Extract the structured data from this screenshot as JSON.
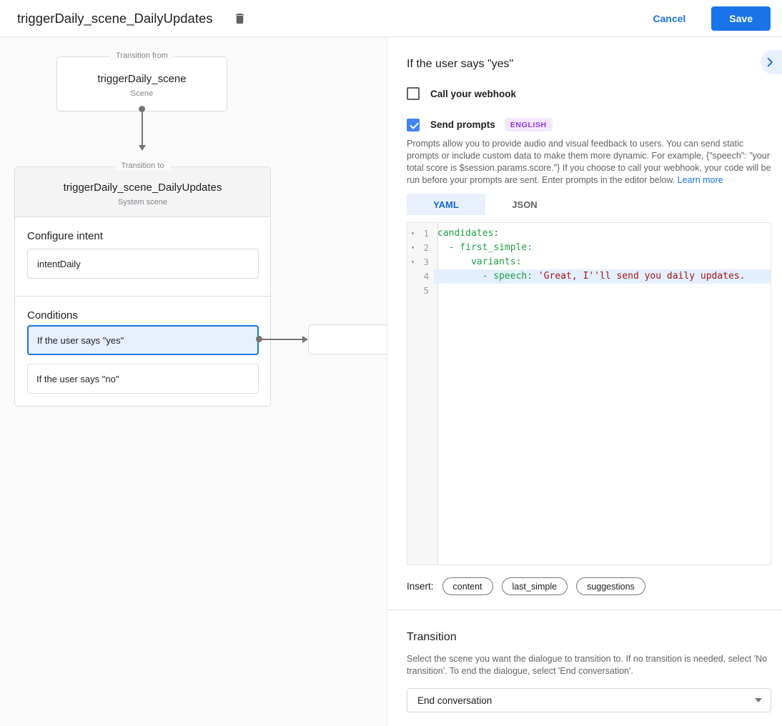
{
  "header": {
    "title": "triggerDaily_scene_DailyUpdates",
    "cancel_label": "Cancel",
    "save_label": "Save"
  },
  "diagram": {
    "from_box": {
      "legend": "Transition from",
      "title": "triggerDaily_scene",
      "subtitle": "Scene"
    },
    "to_box": {
      "legend": "Transition to",
      "title": "triggerDaily_scene_DailyUpdates",
      "subtitle": "System scene",
      "intent_label": "Configure intent",
      "intent_value": "intentDaily",
      "conditions_label": "Conditions",
      "conditions": [
        {
          "label": "If the user says \"yes\"",
          "selected": true
        },
        {
          "label": "If the user says \"no\"",
          "selected": false
        }
      ]
    }
  },
  "panel": {
    "title": "If the user says \"yes\"",
    "webhook": {
      "label": "Call your webhook",
      "checked": false
    },
    "prompts": {
      "label": "Send prompts",
      "checked": true,
      "badge": "ENGLISH"
    },
    "description": "Prompts allow you to provide audio and visual feedback to users. You can send static prompts or include custom data to make them more dynamic. For example, {\"speech\": \"your total score is $session.params.score.\"} If you choose to call your webhook, your code will be run before your prompts are sent. Enter prompts in the editor below. ",
    "learn_more": "Learn more",
    "tabs": [
      {
        "label": "YAML",
        "active": true
      },
      {
        "label": "JSON",
        "active": false
      }
    ],
    "editor": {
      "lines": [
        {
          "num": "1",
          "fold": true,
          "highlight": false,
          "segments": [
            {
              "type": "key",
              "text": "candidates:"
            }
          ]
        },
        {
          "num": "2",
          "fold": true,
          "highlight": false,
          "segments": [
            {
              "type": "key",
              "text": "  - first_simple:"
            }
          ]
        },
        {
          "num": "3",
          "fold": true,
          "highlight": false,
          "segments": [
            {
              "type": "key",
              "text": "      variants:"
            }
          ]
        },
        {
          "num": "4",
          "fold": false,
          "highlight": true,
          "segments": [
            {
              "type": "key",
              "text": "        - speech: "
            },
            {
              "type": "string",
              "text": "'Great, I''ll send you daily updates."
            }
          ]
        },
        {
          "num": "5",
          "fold": false,
          "highlight": false,
          "segments": []
        }
      ]
    },
    "insert": {
      "label": "Insert:",
      "chips": [
        "content",
        "last_simple",
        "suggestions"
      ]
    },
    "transition": {
      "title": "Transition",
      "description": "Select the scene you want the dialogue to transition to. If no transition is needed, select 'No transition'. To end the dialogue, select 'End conversation'.",
      "value": "End conversation"
    }
  },
  "colors": {
    "accent_blue": "#1a73e8",
    "selection_blue": "#e8f0fe",
    "badge_purple": "#9334e6",
    "code_key_green": "#1e9e45",
    "code_string_red": "#a31515"
  }
}
